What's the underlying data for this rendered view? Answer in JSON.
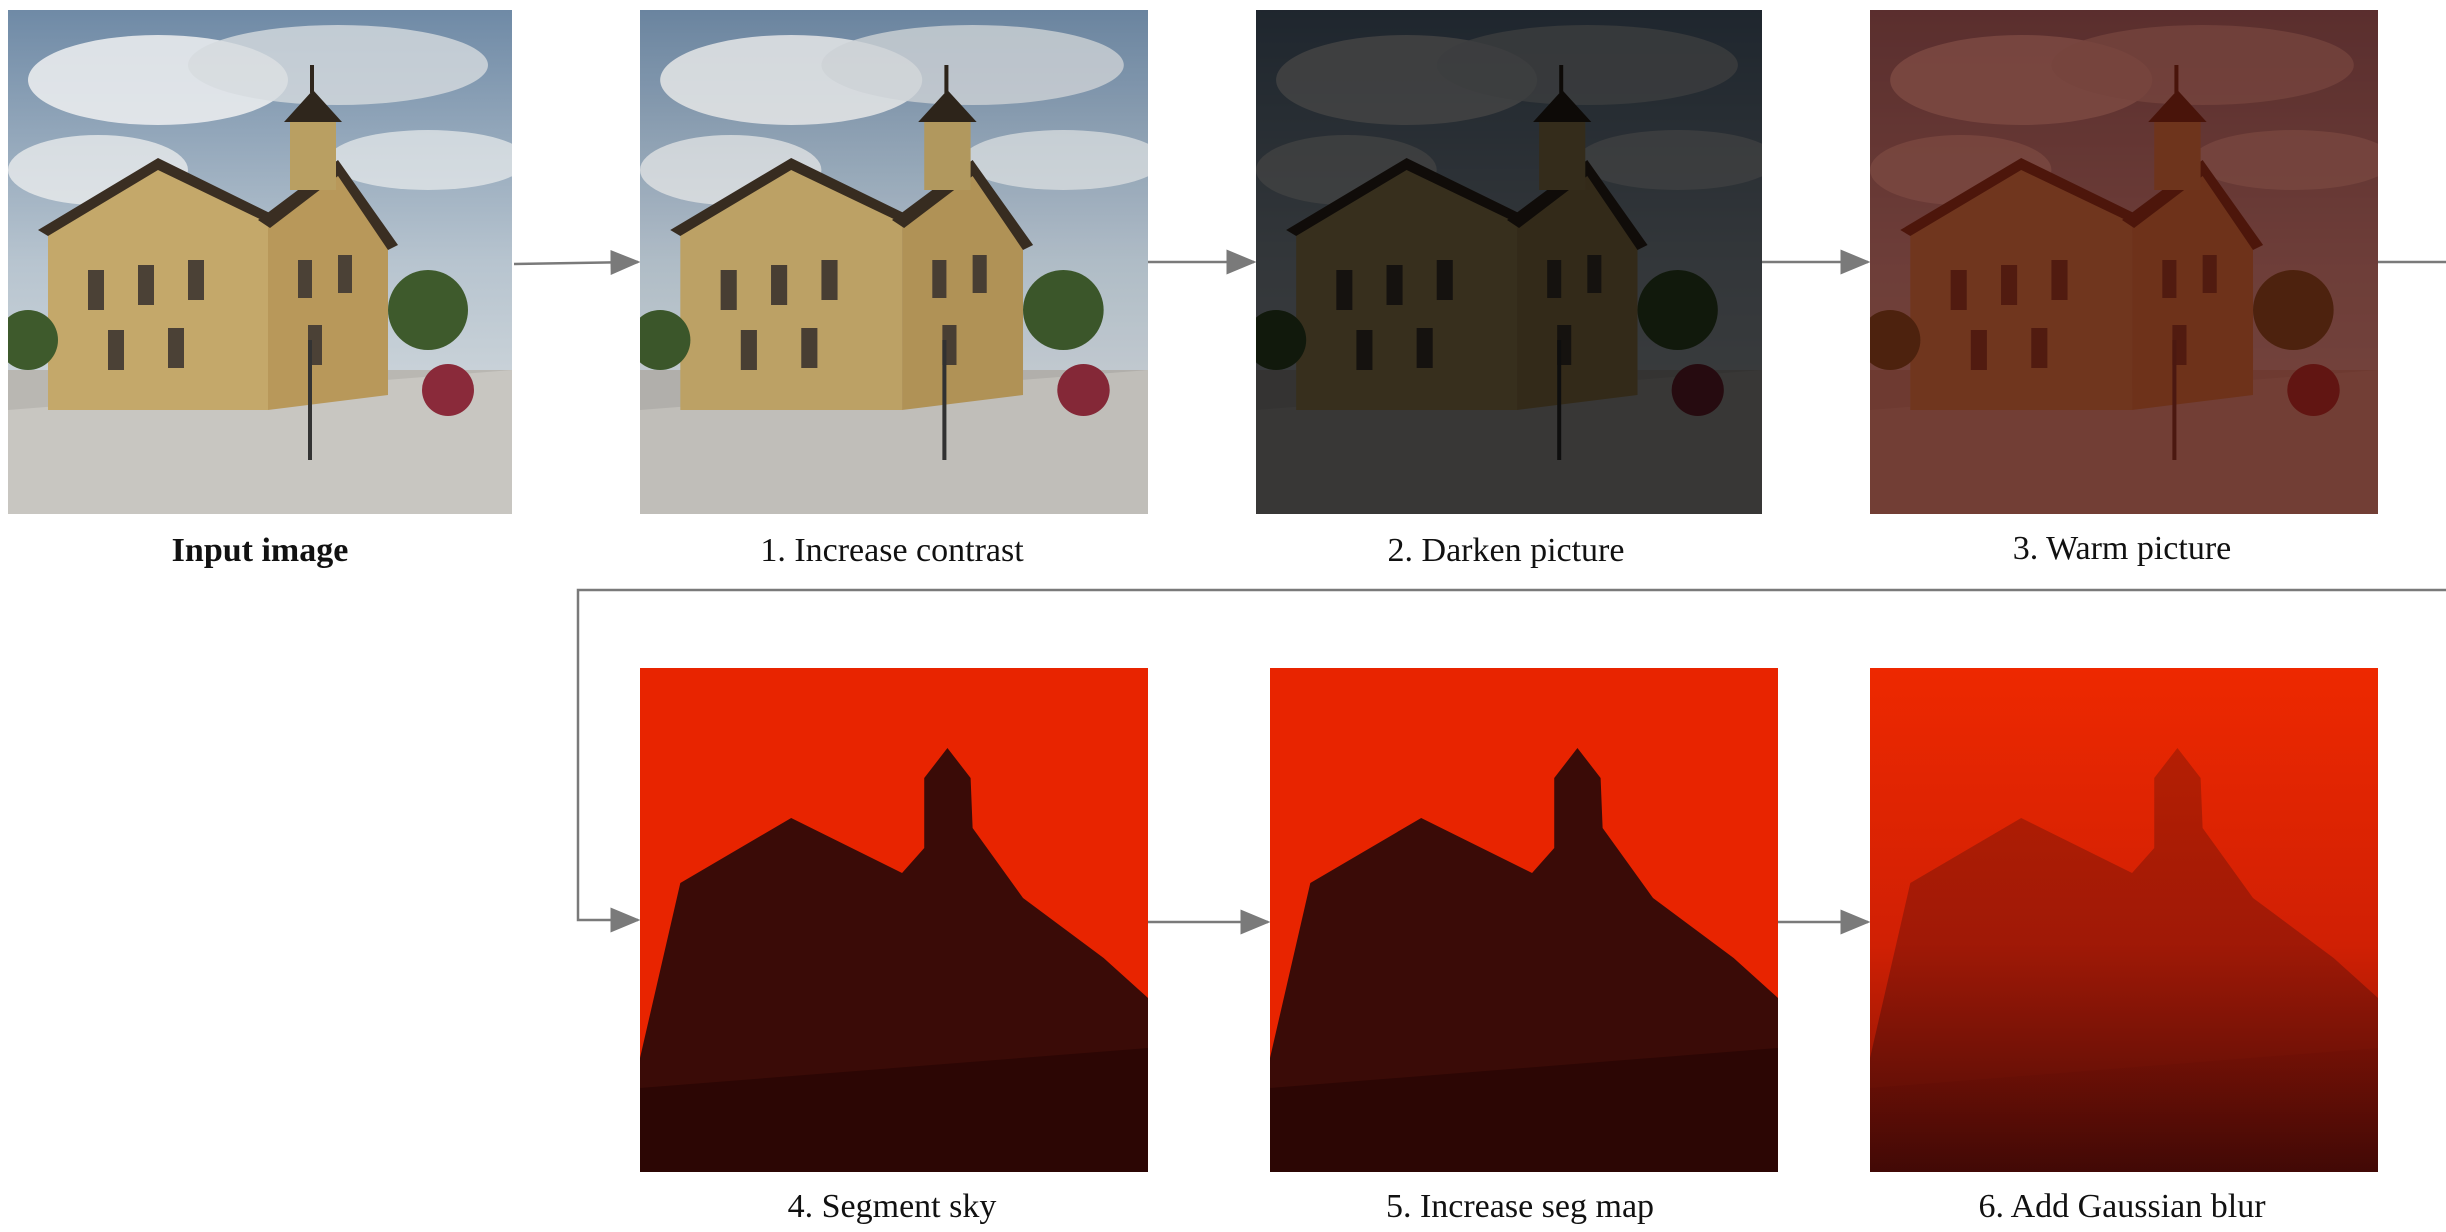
{
  "steps": [
    {
      "caption": "Input image",
      "bold": true,
      "filter": "none"
    },
    {
      "caption": "1. Increase contrast",
      "bold": false,
      "filter": "contrast"
    },
    {
      "caption": "2. Darken picture",
      "bold": false,
      "filter": "darken"
    },
    {
      "caption": "3. Warm picture",
      "bold": false,
      "filter": "warm"
    },
    {
      "caption": "4. Segment sky",
      "bold": false,
      "filter": "segment"
    },
    {
      "caption": "5. Increase seg map",
      "bold": false,
      "filter": "segment-grow"
    },
    {
      "caption": "6. Add Gaussian blur",
      "bold": false,
      "filter": "blur"
    }
  ],
  "colors": {
    "arrow": "#7a7a7a",
    "sky_red": "#e82400",
    "caption": "#111111"
  }
}
